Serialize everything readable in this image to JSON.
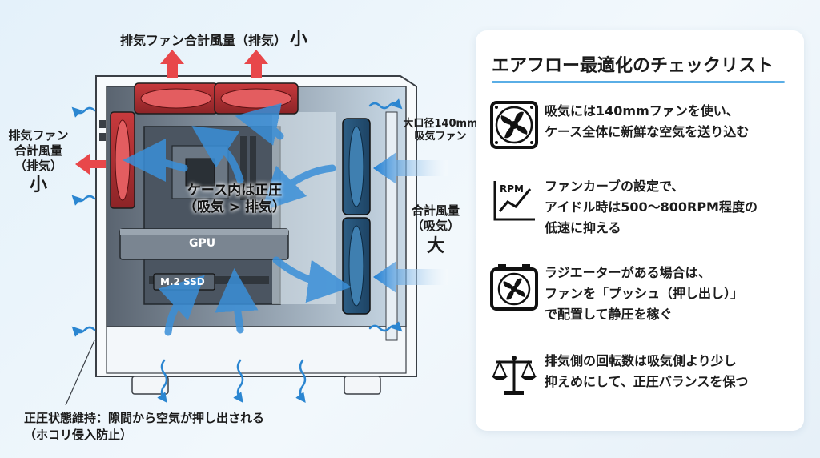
{
  "diagram": {
    "top_exhaust_label": "排気ファン合計風量（排気）",
    "top_exhaust_size": "小",
    "left_exhaust_label": [
      "排気ファン",
      "合計風量",
      "（排気）"
    ],
    "left_exhaust_size": "小",
    "intake_fan_label": [
      "大口径140mm",
      "吸気ファン"
    ],
    "intake_total_label": [
      "合計風量",
      "（吸気）"
    ],
    "intake_total_size": "大",
    "center_label": [
      "ケース内は正圧",
      "（吸気 > 排気）"
    ],
    "gpu_label": "GPU",
    "ssd_label": "M.2 SSD",
    "bottom_note": [
      "正圧状態維持：隙間から空気が押し出される",
      "（ホコリ侵入防止）"
    ]
  },
  "checklist": {
    "title": "エアフロー最適化のチェックリスト",
    "items": [
      {
        "icon": "fan-icon",
        "lines": [
          "吸気には140mmファンを使い、",
          "ケース全体に新鮮な空気を送り込む"
        ]
      },
      {
        "icon": "rpm-graph-icon",
        "icon_text": "RPM",
        "lines": [
          "ファンカーブの設定で、",
          "アイドル時は500〜800RPM程度の",
          "低速に抑える"
        ]
      },
      {
        "icon": "radiator-fan-icon",
        "lines": [
          "ラジエーターがある場合は、",
          "ファンを「プッシュ（押し出し）」",
          "で配置して静圧を稼ぐ"
        ]
      },
      {
        "icon": "balance-scale-icon",
        "lines": [
          "排気側の回転数は吸気側より少し",
          "抑えめにして、正圧バランスを保つ"
        ]
      }
    ]
  },
  "colors": {
    "exhaust": "#e8474a",
    "intake": "#1f7fd4",
    "accent_rule": "#5aaee6"
  }
}
